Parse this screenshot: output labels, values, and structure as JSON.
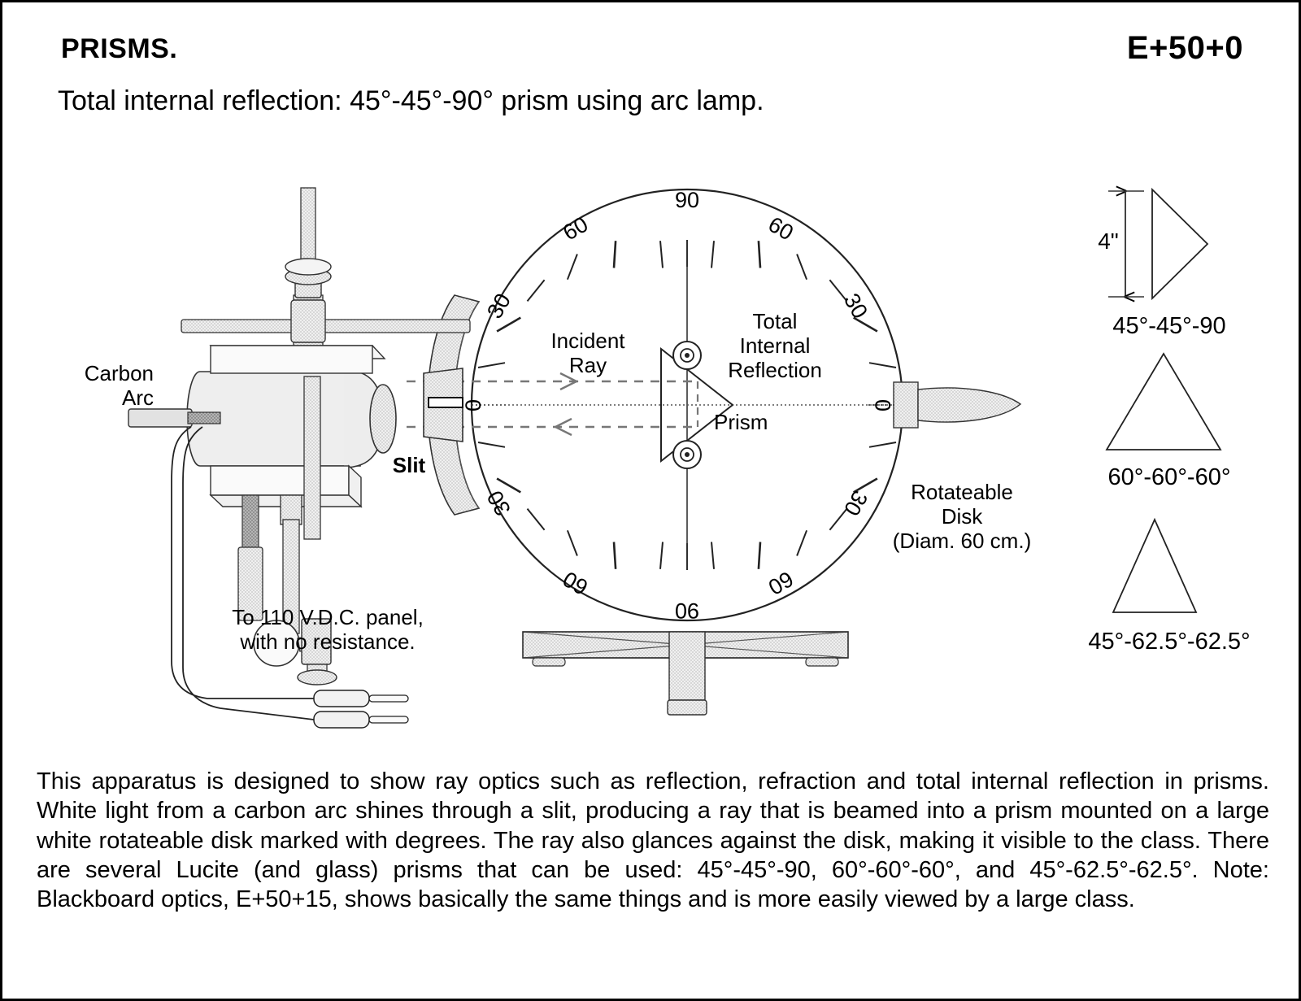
{
  "header": {
    "title": "PRISMS.",
    "catalog": "E+50+0",
    "subtitle": "Total internal reflection: 45°-45°-90° prism using arc lamp."
  },
  "figure": {
    "labels": {
      "carbon_arc": "Carbon\nArc",
      "slit": "Slit",
      "incident_ray": "Incident\nRay",
      "total_internal_reflection": "Total\nInternal\nReflection",
      "prism": "Prism",
      "rotateable_disk": "Rotateable\nDisk\n(Diam. 60 cm.)",
      "power_note": "To 110 V.D.C. panel,\nwith no resistance."
    },
    "disk": {
      "scale_labels": [
        "0",
        "30",
        "60",
        "90",
        "60",
        "30",
        "0",
        "30",
        "60",
        "90",
        "60",
        "30"
      ],
      "tick_interval_degrees": 10
    }
  },
  "prism_samples": [
    {
      "name": "right-angle-prism",
      "label": "45°-45°-90",
      "dimension": "4\""
    },
    {
      "name": "equilateral-prism",
      "label": "60°-60°-60°",
      "dimension": ""
    },
    {
      "name": "narrow-prism",
      "label": "45°-62.5°-62.5°",
      "dimension": ""
    }
  ],
  "description": "This apparatus is designed to show ray optics such as reflection, refraction and total internal reflection in prisms. White light from a carbon arc shines through a slit, producing a ray that is beamed into a prism mounted on a large white rotateable disk marked with degrees. The ray also glances against the disk, making it visible to the class. There are several Lucite (and glass) prisms that can be used: 45°-45°-90, 60°-60°-60°, and 45°-62.5°-62.5°. Note: Blackboard optics, E+50+15, shows basically the same things and is more easily viewed by a large class."
}
